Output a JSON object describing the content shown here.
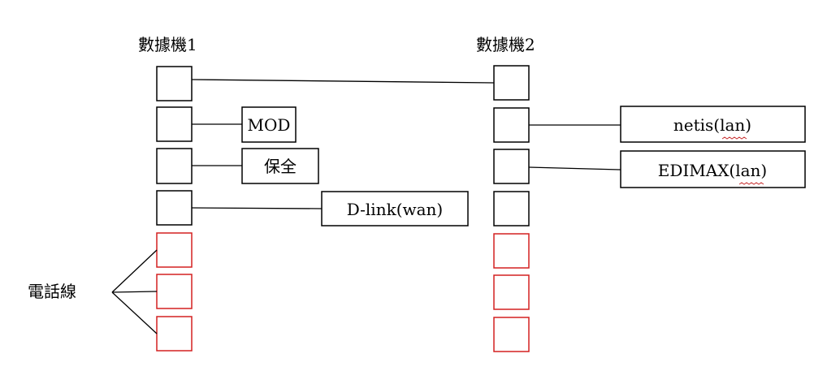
{
  "devices": {
    "switch1": {
      "title": "數據機1",
      "ports": [
        {
          "kind": "normal"
        },
        {
          "kind": "normal"
        },
        {
          "kind": "normal"
        },
        {
          "kind": "normal"
        },
        {
          "kind": "phone"
        },
        {
          "kind": "phone"
        },
        {
          "kind": "phone"
        }
      ]
    },
    "switch2": {
      "title": "數據機2",
      "ports": [
        {
          "kind": "normal"
        },
        {
          "kind": "normal"
        },
        {
          "kind": "normal"
        },
        {
          "kind": "normal"
        },
        {
          "kind": "phone"
        },
        {
          "kind": "phone"
        },
        {
          "kind": "phone"
        }
      ]
    }
  },
  "connected_devices": {
    "mod": "MOD",
    "security": "保全",
    "dlink": "D-link(wan)",
    "netis": "netis(lan)",
    "edimax": "EDIMAX(lan)"
  },
  "phone_line_label": "電話線",
  "colors": {
    "normal_port": "#000000",
    "phone_port": "#d42020",
    "spellcheck_underline": "#c83030"
  }
}
